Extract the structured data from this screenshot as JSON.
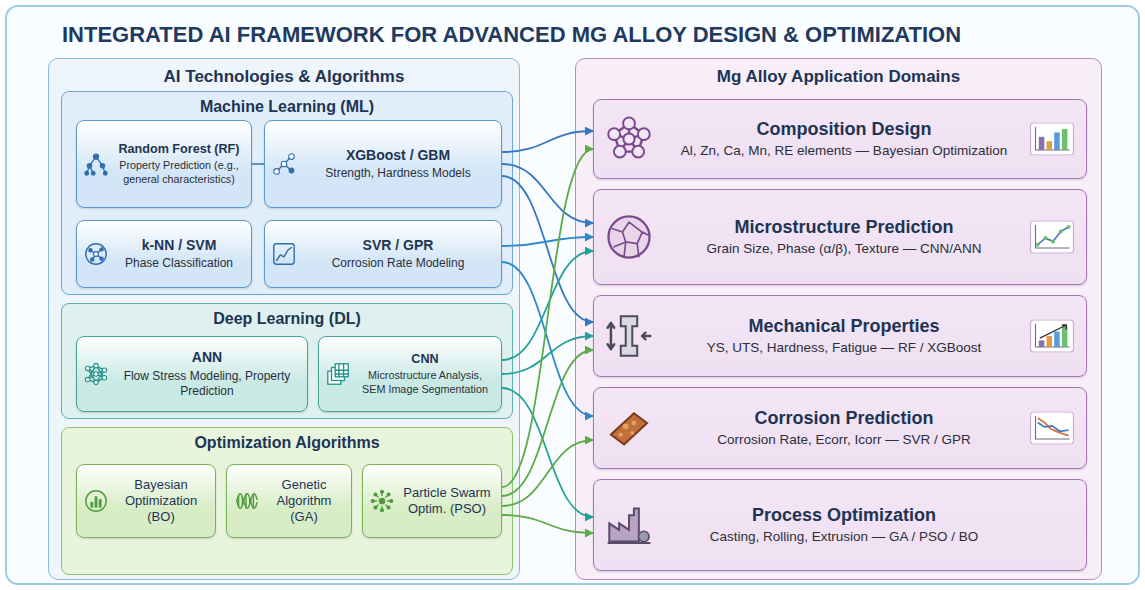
{
  "diagram": {
    "title": "INTEGRATED AI FRAMEWORK FOR ADVANCED MG ALLOY DESIGN & OPTIMIZATION",
    "nodes": [
      {
        "text": [
          "AI Technologies & Algorithms"
        ]
      },
      {
        "text": [
          "Machine Learning (ML)"
        ],
        "in": 0
      },
      {
        "text": [
          "Random Forest (RF)",
          "Property Prediction (e.g., general characteristics)"
        ],
        "in": 1
      },
      {
        "text": [
          "XGBoost / GBM",
          "Strength, Hardness Models"
        ],
        "in": 1
      },
      {
        "text": [
          "k-NN / SVM",
          "Phase Classification"
        ],
        "in": 1
      },
      {
        "text": [
          "SVR / GPR",
          "Corrosion Rate Modeling"
        ],
        "in": 1
      },
      {
        "text": [
          "Deep Learning (DL)"
        ],
        "in": 0
      },
      {
        "text": [
          "ANN",
          "Flow Stress Modeling, Property Prediction"
        ],
        "in": 6
      },
      {
        "text": [
          "CNN",
          "Microstructure Analysis, SEM Image Segmentation"
        ],
        "in": 6
      },
      {
        "text": [
          "Optimization Algorithms"
        ],
        "in": 0
      },
      {
        "text": [
          "Bayesian Optimization (BO)"
        ],
        "in": 9
      },
      {
        "text": [
          "Genetic Algorithm (GA)"
        ],
        "in": 9
      },
      {
        "text": [
          "Particle Swarm Optim. (PSO)"
        ],
        "in": 9
      },
      {
        "text": [
          "Mg Alloy Application Domains"
        ]
      },
      {
        "text": [
          "Composition Design",
          "Al, Zn, Ca, Mn, RE elements — Bayesian Optimization"
        ],
        "in": 13
      },
      {
        "text": [
          "Microstructure Prediction",
          "Grain Size, Phase (α/β), Texture — CNN/ANN"
        ],
        "in": 13
      },
      {
        "text": [
          "Mechanical Properties",
          "YS, UTS, Hardness, Fatigue — RF / XGBoost"
        ],
        "in": 13
      },
      {
        "text": [
          "Corrosion Prediction",
          "Corrosion Rate, Ecorr, Icorr — SVR / GPR"
        ],
        "in": 13
      },
      {
        "text": [
          "Process Optimization",
          "Casting, Rolling, Extrusion — GA / PSO / BO"
        ],
        "in": 13
      }
    ],
    "edges": [
      {
        "from": 2,
        "to": 3,
        "arrow": "none"
      },
      {
        "from": 3,
        "to": 14,
        "arrow": "to"
      },
      {
        "from": 3,
        "to": 15,
        "arrow": "to"
      },
      {
        "from": 3,
        "to": 16,
        "arrow": "to"
      },
      {
        "from": 5,
        "to": 15,
        "arrow": "to"
      },
      {
        "from": 5,
        "to": 17,
        "arrow": "to"
      },
      {
        "from": 8,
        "to": 15,
        "arrow": "to"
      },
      {
        "from": 8,
        "to": 16,
        "arrow": "to"
      },
      {
        "from": 8,
        "to": 18,
        "arrow": "to"
      },
      {
        "from": 12,
        "to": 14,
        "arrow": "to"
      },
      {
        "from": 12,
        "to": 16,
        "arrow": "to"
      },
      {
        "from": 12,
        "to": 17,
        "arrow": "to"
      },
      {
        "from": 12,
        "to": 18,
        "arrow": "to"
      }
    ]
  }
}
